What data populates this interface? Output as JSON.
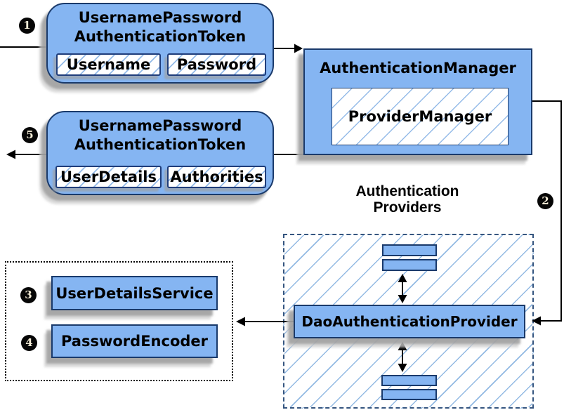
{
  "steps": {
    "s1": "1",
    "s2": "2",
    "s3": "3",
    "s4": "4",
    "s5": "5"
  },
  "token_request": {
    "title": "UsernamePassword\nAuthenticationToken",
    "field1": "Username",
    "field2": "Password"
  },
  "auth_manager": {
    "title": "AuthenticationManager",
    "inner": "ProviderManager"
  },
  "token_response": {
    "title": "UsernamePassword\nAuthenticationToken",
    "field1": "UserDetails",
    "field2": "Authorities"
  },
  "providers": {
    "heading": "Authentication\nProviders",
    "dao": "DaoAuthenticationProvider"
  },
  "beans": {
    "user_details_service": "UserDetailsService",
    "password_encoder": "PasswordEncoder"
  },
  "colors": {
    "box_fill": "#85b5f2",
    "box_border": "#1a3a6b",
    "hatch_blue": "#82afe4",
    "dashed_border": "#35557f",
    "dotted_border": "#000000",
    "connector": "#000000",
    "shadow": "#969696",
    "badge_fill": "#060606",
    "badge_text": "#f6eed8",
    "background": "#ffffff"
  }
}
